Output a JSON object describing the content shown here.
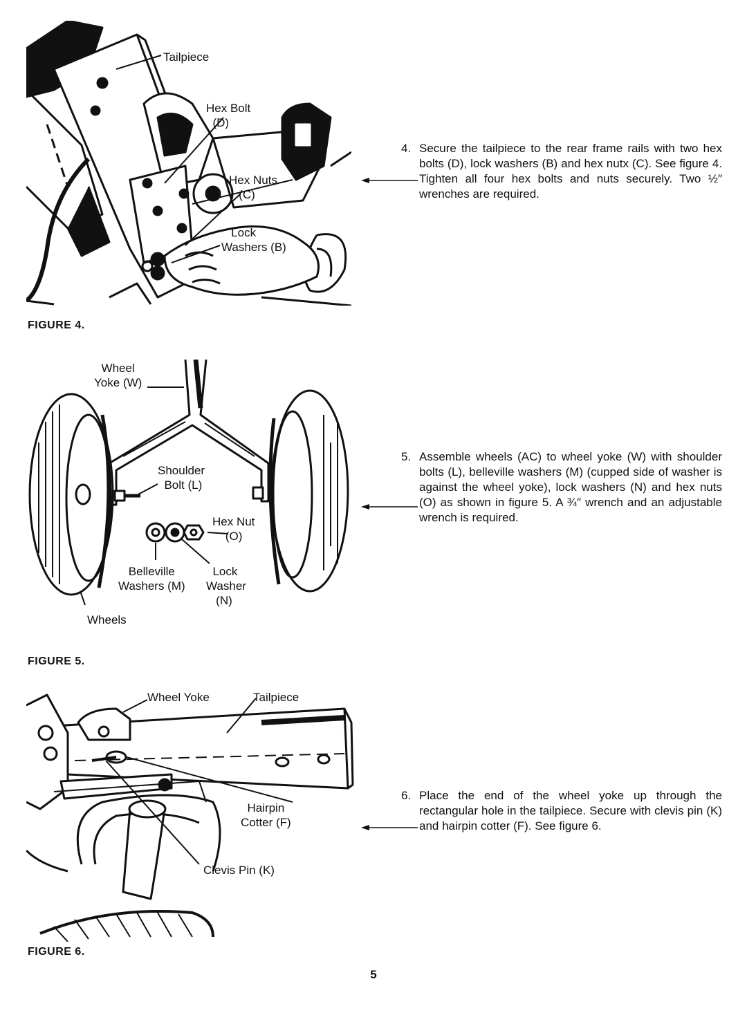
{
  "figures": [
    {
      "caption": "FIGURE 4.",
      "labels": {
        "tailpiece": "Tailpiece",
        "hex_bolt": "Hex Bolt\n  (D)",
        "hex_nuts": "Hex Nuts\n   (C)",
        "lock_washers": "   Lock\nWashers (B)"
      }
    },
    {
      "caption": "FIGURE 5.",
      "labels": {
        "wheel_yoke": "Wheel\nYoke (W)",
        "shoulder_bolt": "Shoulder\n  Bolt (L)",
        "hex_nut": "Hex Nut\n    (O)",
        "belleville": "Belleville\nWashers (M)",
        "lock_washer": "  Lock\nWasher\n   (N)",
        "wheels": "Wheels"
      }
    },
    {
      "caption": "FIGURE 6.",
      "labels": {
        "wheel_yoke": "Wheel Yoke",
        "tailpiece": "Tailpiece",
        "hairpin": "Hairpin\nCotter (F)",
        "clevis": "Clevis Pin (K)"
      }
    }
  ],
  "steps": [
    {
      "number": "4.",
      "text": "Secure the tailpiece to the rear frame rails with two hex bolts (D), lock washers (B) and hex nutx (C). See figure 4. Tighten all four hex bolts and nuts securely. Two ½″ wrenches are required."
    },
    {
      "number": "5.",
      "text": "Assemble wheels (AC) to wheel yoke (W) with shoulder bolts (L), belleville washers (M) (cupped side of washer is against the wheel yoke), lock washers (N) and hex nuts (O) as shown in figure 5. A ¾″ wrench and an adjustable wrench is required."
    },
    {
      "number": "6.",
      "text": "Place the end of the wheel yoke up through the rectangular hole in the tailpiece. Secure with clevis pin (K) and hairpin cotter (F). See figure 6."
    }
  ],
  "page_number": "5"
}
